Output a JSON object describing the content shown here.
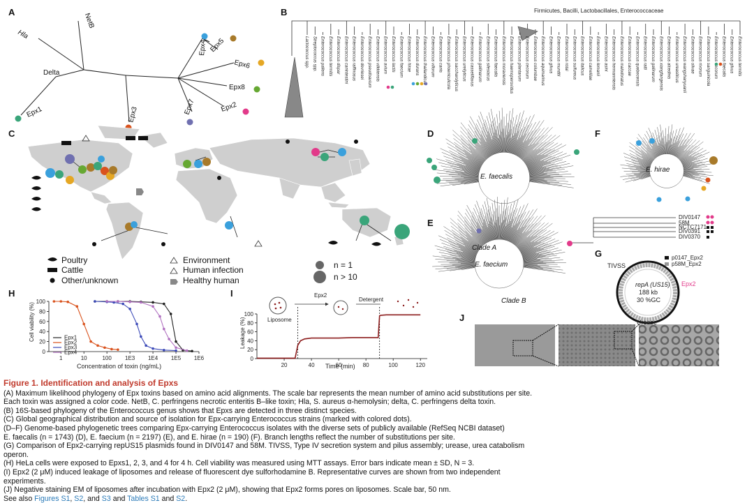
{
  "panels": {
    "A": {
      "label": "A",
      "leaves": [
        "NetB",
        "Hla",
        "Delta",
        "Epx1",
        "Epx3",
        "Epx7",
        "Epx2",
        "Epx8",
        "Epx6",
        "Epx5",
        "Epx4"
      ]
    },
    "B": {
      "label": "B",
      "header": "Firmicutes, Bacilli, Lactobacillales, Enterococcaceae",
      "taxa": [
        "Lactococcus spp.",
        "Streptococcus spp.",
        "Enterococcus pallens",
        "Enterococcus termitis",
        "Enterococcus dispar",
        "Enterococcus canintestini",
        "Enterococcus raffinosus",
        "Enterococcus devriesei",
        "Enterococcus pseudoavium",
        "Enterococcus viikkiensis",
        "Enterococcus avium",
        "Enterococcus lactis",
        "Enterococcus faecium",
        "Enterococcus hirae",
        "Enterococcus durans",
        "Enterococcus thailandicus",
        "Enterococcus villorum",
        "Enterococcus canis",
        "Enterococcus phoeniculicola",
        "Enterococcus saccharolyticus",
        "Enterococcus ureilyticus",
        "Enterococcus casseliflavus",
        "Enterococcus gallinarum",
        "Enterococcus silesiacus",
        "Enterococcus faecalis",
        "Enterococcus moraviensis",
        "Enterococcus haemoperoxidus",
        "Enterococcus plantarum",
        "Enterococcus cecorum",
        "Enterococcus columbae",
        "Enterococcus aquimarinus",
        "Enterococcus gilvus",
        "Enterococcus mundtii",
        "Enterococcus rotai",
        "Enterococcus sulfureus",
        "Enterococcus italicus",
        "Enterococcus camelliae",
        "Enterococcus lemanii",
        "Enterococcus asini",
        "Enterococcus hermanniensis",
        "Enterococcus malodoratus",
        "Enterococcus caccae",
        "Enterococcus quebecensis",
        "Enterococcus ratti",
        "Enterococcus gallinarum",
        "Enterococcus xiangfangensis",
        "Enterococcus alcedinis",
        "Enterococcus ureasiticus",
        "Enterococcus wangshanyuanii",
        "Enterococcus olivae",
        "Enterococcus rivorum",
        "Enterococcus sanguinicola",
        "Enterococcus cecorum",
        "Enterococcus faecalis",
        "Enterococcus gilvus",
        "Enterococcus termitis"
      ]
    },
    "C": {
      "label": "C",
      "legend": [
        {
          "key": "poultry",
          "text": "Poultry"
        },
        {
          "key": "cattle",
          "text": "Cattle"
        },
        {
          "key": "other",
          "text": "Other/unknown"
        },
        {
          "key": "environment",
          "text": "Environment"
        },
        {
          "key": "human",
          "text": "Human infection"
        },
        {
          "key": "healthy",
          "text": "Healthy human"
        }
      ],
      "size_legend": [
        {
          "text": "n = 1"
        },
        {
          "text": "n > 10"
        }
      ]
    },
    "D": {
      "label": "D",
      "species": "E. faecalis"
    },
    "E": {
      "label": "E",
      "species": "E. faecium",
      "clade_a": "Clade A",
      "clade_b": "Clade B",
      "strains": [
        "DIV0147",
        "58M",
        "NCTC7171",
        "DIV0391",
        "DIV0370"
      ]
    },
    "F": {
      "label": "F",
      "species": "E. hirae"
    },
    "G": {
      "label": "G",
      "lines": [
        "p0147_Epx2",
        "p58M_Epx2"
      ],
      "tivss": "TIVSS",
      "repA": "repA (US15)",
      "size": "188 kb",
      "gc": "30 %GC",
      "epx2": "Epx2",
      "urease": "Urease"
    },
    "H": {
      "label": "H",
      "ylabel": "Cell viability (%)",
      "xlabel": "Concentration of toxin (ng/mL)"
    },
    "I": {
      "label": "I",
      "ylabel": "Leakage (%)",
      "xlabel": "Time (min)",
      "liposome": "Liposome",
      "epx2": "Epx2",
      "detergent": "Detergent"
    },
    "J": {
      "label": "J"
    }
  },
  "colors": {
    "epx1": "#3aa57a",
    "epx2": "#e23a8a",
    "epx3": "#d9521c",
    "epx4": "#3aa0dc",
    "epx5": "#a87a2a",
    "epx6": "#e5a724",
    "epx7": "#7070b0",
    "epx8": "#66a832"
  },
  "chart_data": [
    {
      "type": "line",
      "panel": "H",
      "xlabel": "Concentration of toxin (ng/mL)",
      "ylabel": "Cell viability (%)",
      "xscale": "log",
      "xticks": [
        "1",
        "10",
        "100",
        "1E3",
        "1E4",
        "1E5",
        "1E6"
      ],
      "yticks": [
        0,
        20,
        40,
        60,
        80,
        100
      ],
      "ylim": [
        0,
        100
      ],
      "series": [
        {
          "name": "Epx1",
          "color": "#222222",
          "x": [
            30,
            100,
            300,
            1000,
            3000,
            10000,
            30000,
            60000,
            100000,
            200000,
            500000
          ],
          "y": [
            100,
            100,
            100,
            100,
            99,
            98,
            95,
            75,
            20,
            3,
            1
          ]
        },
        {
          "name": "Epx2",
          "color": "#d9521c",
          "x": [
            0.5,
            1,
            2,
            5,
            10,
            20,
            40,
            80,
            160,
            300
          ],
          "y": [
            100,
            100,
            99,
            90,
            55,
            20,
            12,
            8,
            5,
            4
          ]
        },
        {
          "name": "Epx3",
          "color": "#3c4ab8",
          "x": [
            30,
            100,
            200,
            500,
            1000,
            2000,
            3000,
            5000,
            10000,
            30000,
            100000
          ],
          "y": [
            100,
            99,
            98,
            95,
            85,
            55,
            30,
            12,
            6,
            3,
            2
          ]
        },
        {
          "name": "Epx4",
          "color": "#b070c0",
          "x": [
            100,
            300,
            1000,
            3000,
            10000,
            20000,
            30000,
            50000,
            100000,
            300000
          ],
          "y": [
            100,
            100,
            99,
            98,
            90,
            70,
            45,
            25,
            8,
            2
          ]
        }
      ]
    },
    {
      "type": "line",
      "panel": "I",
      "xlabel": "Time (min)",
      "ylabel": "Leakage (%)",
      "xticks": [
        20,
        40,
        60,
        80,
        100,
        120
      ],
      "yticks": [
        0,
        20,
        40,
        60,
        80,
        100
      ],
      "xlim": [
        0,
        125
      ],
      "ylim": [
        0,
        100
      ],
      "series": [
        {
          "name": "",
          "color": "#8b1a1a",
          "x": [
            0,
            10,
            20,
            28,
            30,
            32,
            35,
            40,
            50,
            60,
            70,
            80,
            89,
            90,
            91,
            95,
            100,
            110,
            120
          ],
          "y": [
            1,
            1,
            1,
            1,
            30,
            40,
            44,
            46,
            46,
            46,
            47,
            47,
            47,
            96,
            97,
            98,
            98,
            98,
            98
          ]
        }
      ]
    }
  ],
  "caption": {
    "title": "Figure 1.  Identification and analysis of Epxs",
    "lines": [
      "(A) Maximum likelihood phylogeny of Epx toxins based on amino acid alignments. The scale bar represents the mean number of amino acid substitutions per site.",
      "Each toxin was assigned a color code. NetB, C. perfringens necrotic enteritis B–like toxin; Hla, S. aureus α-hemolysin; delta, C. perfringens delta toxin.",
      "(B) 16S-based phylogeny of the Enterococcus genus shows that Epxs are detected in three distinct species.",
      "(C) Global geographical distribution and source of isolation for Epx-carrying Enterococcus strains (marked with colored dots).",
      "(D–F) Genome-based phylogenetic trees comparing Epx-carrying Enterococcus isolates with the diverse sets of publicly available (RefSeq NCBI dataset)",
      "E. faecalis (n = 1743) (D), E. faecium (n = 2197) (E), and E. hirae (n = 190) (F). Branch lengths reflect the number of substitutions per site.",
      "(G) Comparison of Epx2-carrying repUS15 plasmids found in DIV0147 and 58M. TIVSS, Type IV secretion system and pilus assembly; urease, urea catabolism",
      "operon.",
      "(H) HeLa cells were exposed to Epxs1, 2, 3, and 4 for 4 h. Cell viability was measured using MTT assays. Error bars indicate mean ± SD, N = 3.",
      "(I) Epx2 (2 μM) induced leakage of liposomes and release of fluorescent dye sulforhodamine B. Representative curves are shown from two independent",
      "experiments.",
      "(J) Negative staining EM of liposomes after incubation with Epx2 (2 μM), showing that Epx2 forms pores on liposomes. Scale bar, 50 nm."
    ],
    "see_also": {
      "prefix": "See also ",
      "f1": "Figures S1",
      "c1": ", ",
      "f2": "S2",
      "c2": ", and ",
      "f3": "S3",
      "c3": " and ",
      "t1": "Tables S1",
      "c4": " and ",
      "t2": "S2",
      "end": "."
    }
  }
}
